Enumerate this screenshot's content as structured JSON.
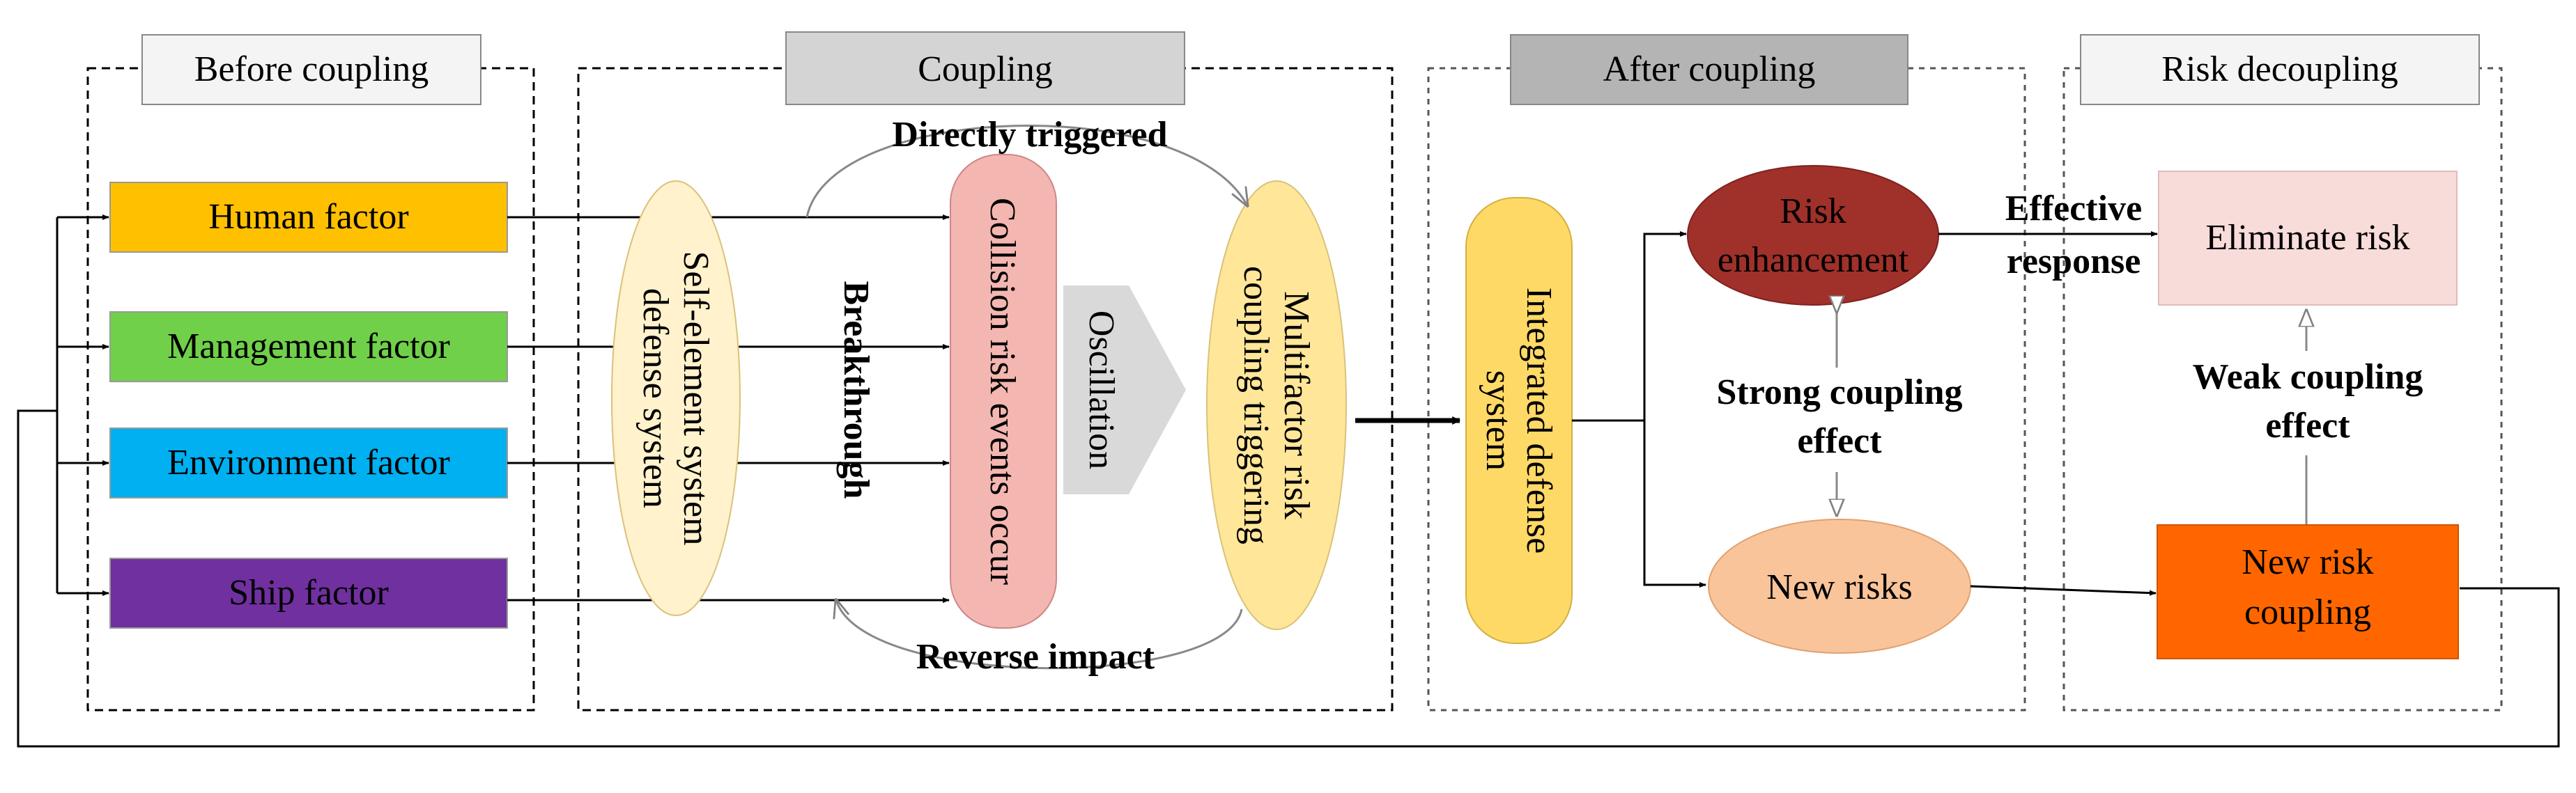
{
  "sections": {
    "before": "Before coupling",
    "coupling": "Coupling",
    "after": "After coupling",
    "decoupling": "Risk decoupling"
  },
  "factors": {
    "human": "Human factor",
    "management": "Management factor",
    "environment": "Environment factor",
    "ship": "Ship factor"
  },
  "nodes": {
    "self_element": [
      "Self-element system",
      "defense system"
    ],
    "collision": "Collision risk events occur",
    "multifactor": [
      "Multifactor risk",
      "coupling triggering"
    ],
    "integrated": [
      "Integrated defense",
      "system"
    ],
    "risk_enhancement": [
      "Risk",
      "enhancement"
    ],
    "new_risks": "New risks",
    "eliminate": "Eliminate risk",
    "new_coupling": [
      "New risk",
      "coupling"
    ]
  },
  "annotations": {
    "directly_triggered": "Directly triggered",
    "breakthrough": "Breakthrough",
    "oscillation": "Oscillation",
    "reverse_impact": "Reverse impact",
    "effective_response": [
      "Effective",
      "response"
    ],
    "strong_coupling": [
      "Strong coupling",
      "effect"
    ],
    "weak_coupling": [
      "Weak coupling",
      "effect"
    ]
  },
  "colors": {
    "human": "#FFC000",
    "management": "#70D04A",
    "environment": "#00B0F0",
    "ship": "#7030A0",
    "self_element": "#FFF2CC",
    "collision": "#F4B6B0",
    "multifactor": "#FFE699",
    "integrated": "#FFD966",
    "risk_enhancement": "#A0302A",
    "new_risks": "#F9C49A",
    "eliminate": "#F8DCDA",
    "new_coupling": "#FF6600",
    "purple_text": "#7030A0",
    "red_text": "#E03030",
    "orange_text": "#F0B030",
    "teal_text": "#1F6070",
    "green_text": "#00B050",
    "strong_text": "#ED7D31",
    "weak_text": "#7F6000"
  }
}
